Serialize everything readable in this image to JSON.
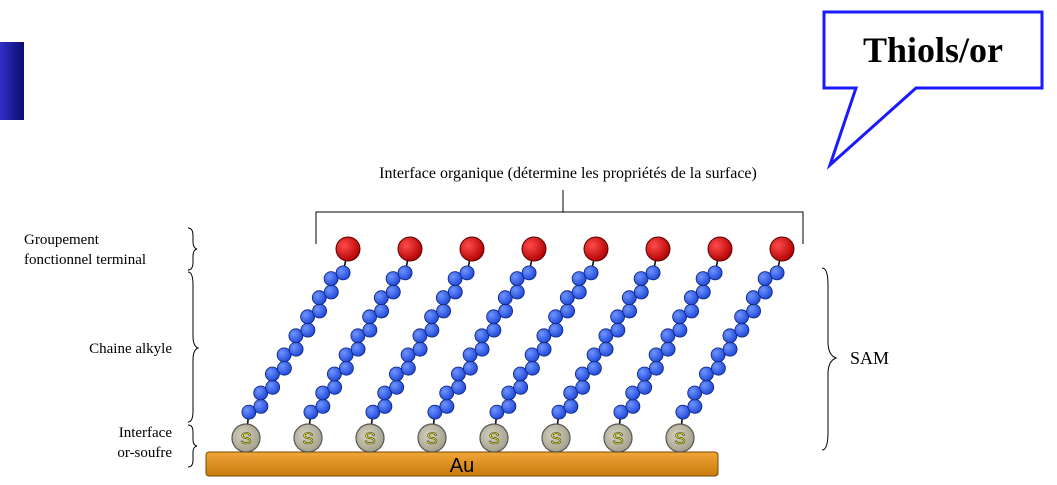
{
  "callout": {
    "title": "Thiols/or"
  },
  "labels": {
    "organic_interface": "Interface organique (détermine les propriétés de la surface)",
    "terminal_group_line1": "Groupement",
    "terminal_group_line2": "fonctionnel terminal",
    "alkyl_chain": "Chaine alkyle",
    "gold_sulfur_line1": "Interface",
    "gold_sulfur_line2": "or-soufre",
    "sam": "SAM",
    "substrate": "Au"
  },
  "molecules": {
    "count": 8,
    "sulfur_label": "S",
    "beads_per_chain": 16
  },
  "colors": {
    "tab": "#1a1aa0",
    "callout_border": "#1a1aff",
    "bead_fill": "#2f5fe8",
    "bead_stroke": "#0a1f7a",
    "head_fill": "#d00000",
    "head_stroke": "#5a0000",
    "sulfur_fill": "#b8b4a0",
    "sulfur_stroke": "#555555",
    "sulfur_text": "#ffff00",
    "gold_fill": "#d98a14",
    "gold_stroke": "#7a4a00"
  }
}
